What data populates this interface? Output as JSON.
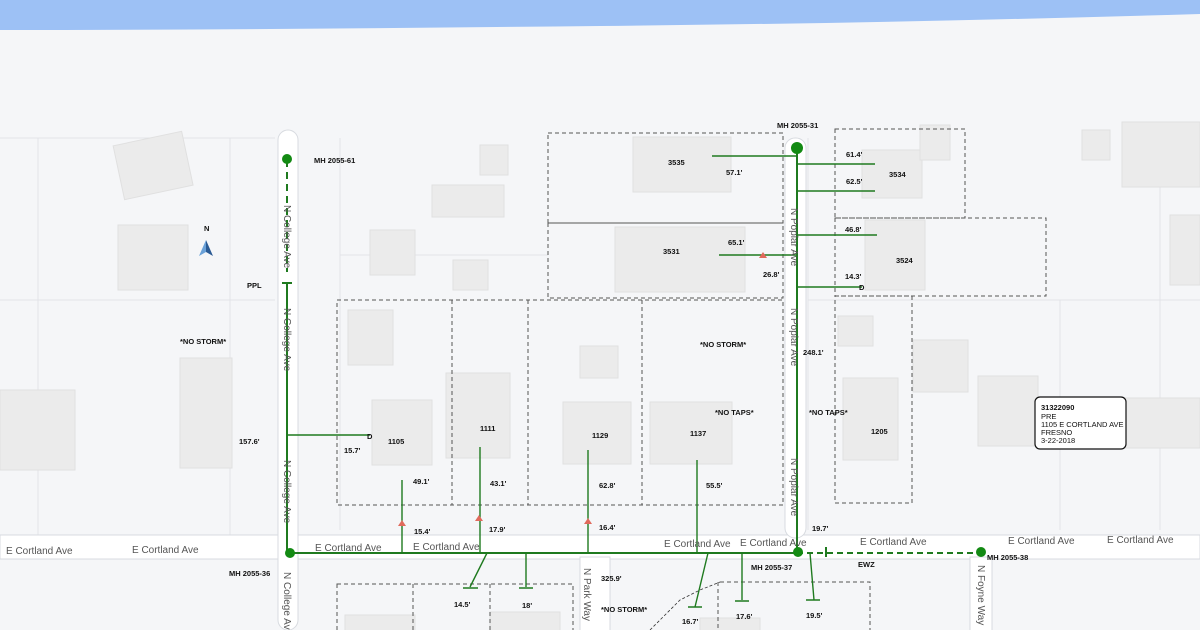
{
  "north_arrow": "N",
  "roads": {
    "college": "N College Ave",
    "poplar": "N Poplar Ave",
    "cortland": "E Cortland Ave",
    "park": "N Park Way",
    "foyne": "N Foyne Way"
  },
  "manholes": [
    "MH 2055-61",
    "MH 2055-31",
    "MH 2055-36",
    "MH 2055-37",
    "MH 2055-38"
  ],
  "addresses": [
    "3535",
    "3531",
    "3534",
    "3524",
    "1105",
    "1111",
    "1129",
    "1137",
    "1205"
  ],
  "notes": [
    "PPL",
    "*NO STORM*",
    "*NO STORM*",
    "*NO TAPS*",
    "*NO TAPS*",
    "*NO STORM*",
    "EWZ",
    "D",
    "D"
  ],
  "lengths": [
    "57.1'",
    "65.1'",
    "26.8'",
    "61.4'",
    "62.5'",
    "46.8'",
    "14.3'",
    "248.1'",
    "157.6'",
    "15.7'",
    "49.1'",
    "43.1'",
    "62.8'",
    "55.5'",
    "15.4'",
    "17.9'",
    "16.4'",
    "19.7'",
    "325.9'",
    "14.5'",
    "18'",
    "16.7'",
    "17.6'",
    "19.5'"
  ],
  "popup": {
    "id": "31322090",
    "type": "PRE",
    "address": "1105 E CORTLAND AVE",
    "city": "FRESNO",
    "date": "3-22-2018"
  },
  "colors": {
    "sewer": "#1f7a1f",
    "water": "#9dc1f5",
    "warning": "#e06a5c"
  }
}
